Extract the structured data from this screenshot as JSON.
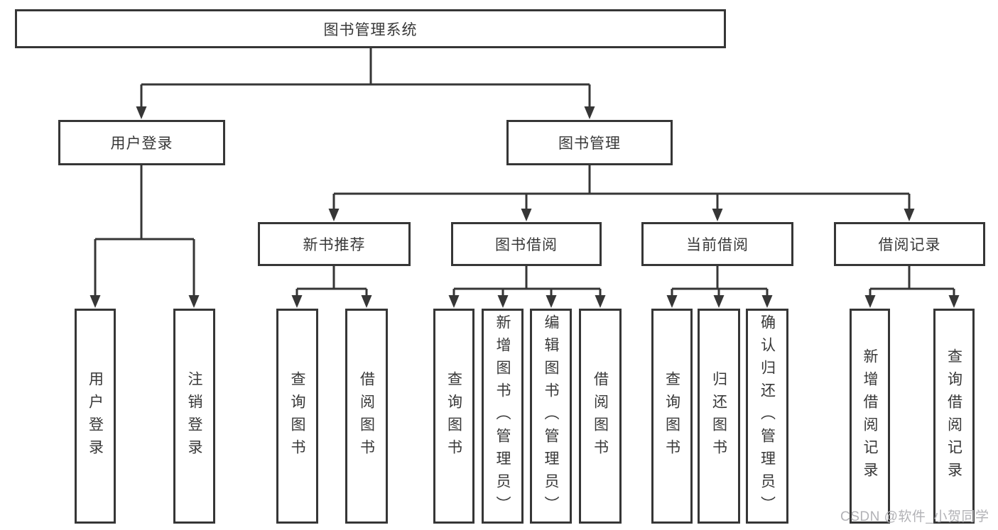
{
  "nodes": {
    "root": "图书管理系统",
    "user_login": "用户登录",
    "book_management": "图书管理",
    "new_book_recommend": "新书推荐",
    "book_borrow": "图书借阅",
    "current_borrow": "当前借阅",
    "borrow_record": "借阅记录",
    "ul_user_login": "用户登录",
    "ul_logout": "注销登录",
    "nbr_query_books": "查询图书",
    "nbr_borrow_books": "借阅图书",
    "bb_query_books": "查询图书",
    "bb_add_books": "新增图书（管理员）",
    "bb_edit_books": "编辑图书（管理员）",
    "bb_borrow_books": "借阅图书",
    "cb_query_books": "查询图书",
    "cb_return_books": "归还图书",
    "cb_confirm_return": "确认归还（管理员）",
    "br_add_record": "新增借阅记录",
    "br_query_record": "查询借阅记录"
  },
  "watermark": "CSDN @软件_小贺同学",
  "colors": {
    "line": "#363636",
    "box_border": "#363636",
    "box_background": "#ffffff",
    "text": "#383838",
    "watermark": "#b2b2b6",
    "page_background": "#ffffff"
  }
}
